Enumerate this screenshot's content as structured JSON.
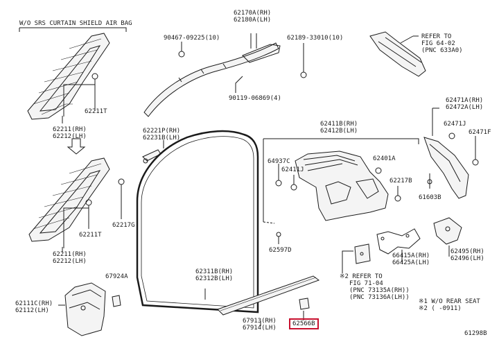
{
  "notes": {
    "curtain_shield": "W/O SRS CURTAIN SHIELD AIR BAG",
    "footnote_1": "※1 W/O REAR SEAT",
    "footnote_2": "※2 (        -0911)",
    "figure_id": "61298B"
  },
  "labels": {
    "l62170": "62170A(RH)",
    "l62180": "62180A(LH)",
    "l90467": "90467-09225(10)",
    "l62189": "62189-33010(10)",
    "l90119": "90119-06869(4)",
    "refer1_a": "REFER TO",
    "refer1_b": "FIG 64-02",
    "refer1_c": "(PNC 633A0)",
    "l62211t_top": "62211T",
    "l62211_rh": "62211(RH)",
    "l62212_lh": "62212(LH)",
    "l62211t_bot": "62211T",
    "l62211_rh2": "62211(RH)",
    "l62212_lh2": "62212(LH)",
    "l62217g": "62217G",
    "l62221p": "62221P(RH)",
    "l62231b": "62231B(LH)",
    "l62411b": "62411B(RH)",
    "l62412b": "62412B(LH)",
    "l64937c": "64937C",
    "l62411j": "62411J",
    "l62401a": "62401A",
    "l62217b": "62217B",
    "l62471a": "62471A(RH)",
    "l62472a": "62472A(LH)",
    "l62471j": "62471J",
    "l62471f": "62471F",
    "l61603b": "61603B",
    "l62597d": "62597D",
    "l66415a": "66415A(RH)",
    "l66425a": "66425A(LH)",
    "l62495": "62495(RH)",
    "l62496": "62496(LH)",
    "refer2_a": "※2 REFER TO",
    "refer2_b": "FIG 71-04",
    "refer2_c": "(PNC 73135A(RH))",
    "refer2_d": "(PNC 73136A(LH))",
    "l67924a": "67924A",
    "l62311b": "62311B(RH)",
    "l62312b": "62312B(LH)",
    "l62111c": "62111C(RH)",
    "l62112": "62112(LH)",
    "l67913": "67913(RH)",
    "l67914": "67914(LH)",
    "l62566b": "62566B"
  },
  "colors": {
    "highlight": "#c8102e",
    "line": "#1a1a1a"
  }
}
